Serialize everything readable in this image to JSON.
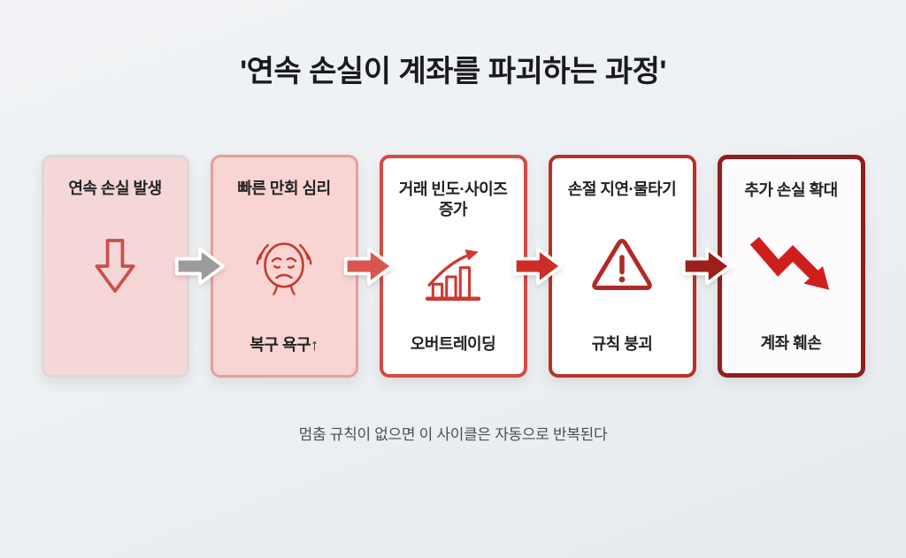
{
  "title": "'연속 손실이 계좌를 파괴하는 과정'",
  "caption": "멈춤 규칙이 없으면 이 사이클은 자동으로 반복된다",
  "cards": [
    {
      "title": "연속 손실 발생",
      "footer": "",
      "icon": "down-arrow-icon"
    },
    {
      "title": "빠른 만회 심리",
      "footer": "복구 욕구↑",
      "icon": "stressed-face-icon"
    },
    {
      "title": "거래 빈도·사이즈 증가",
      "footer": "오버트레이딩",
      "icon": "rising-chart-icon"
    },
    {
      "title": "손절 지연·물타기",
      "footer": "규칙 붕괴",
      "icon": "warning-triangle-icon"
    },
    {
      "title": "추가 손실 확대",
      "footer": "계좌 훼손",
      "icon": "downtrend-arrow-icon"
    }
  ],
  "colors": {
    "background": "#eef1f3",
    "card1_fill": "#f6d7d7",
    "card1_border": "#d9d9d9",
    "card2_fill": "#f8d5d2",
    "card2_border": "#e2a09c",
    "card3_fill": "#ffffff",
    "card3_border": "#d64a44",
    "card4_fill": "#ffffff",
    "card4_border": "#b5322c",
    "card5_fill": "#fdfbfb",
    "card5_border": "#8e201d",
    "arrow1": "#9c9c9c",
    "arrow2": "#d9564e",
    "arrow3": "#cd2d26",
    "arrow4": "#9e1e1b",
    "icon_rose": "#c8514d",
    "icon_red": "#cc3a33",
    "icon_dark_red": "#b02a26",
    "icon_bright_red": "#cf1f1d",
    "text": "#1a1a1c",
    "caption_text": "#4b4f55"
  }
}
